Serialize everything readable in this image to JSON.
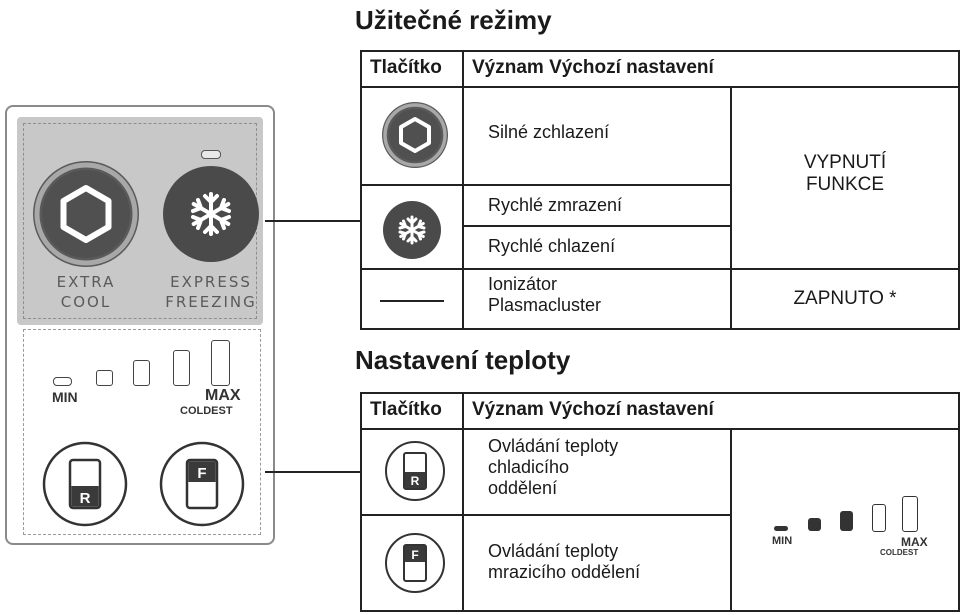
{
  "panel": {
    "extra_cool_label": "EXTRA\nCOOL",
    "express_freezing_label": "EXPRESS\nFREEZING",
    "min_label": "MIN",
    "max_label": "MAX",
    "coldest_label": "COLDEST",
    "r_letter": "R",
    "f_letter": "F"
  },
  "modes": {
    "title": "Užitečné režimy",
    "header_button": "Tlačítko",
    "header_meaning": "Význam Výchozí nastavení",
    "rows": [
      {
        "meaning": "Silné zchlazení",
        "icon": "extra-cool-icon"
      },
      {
        "meaning": "Rychlé zmrazení",
        "icon": "snowflake-icon"
      },
      {
        "meaning": "Rychlé chlazení",
        "icon": "snowflake-icon"
      },
      {
        "meaning": "Ionizátor\nPlasmacluster",
        "icon": "line-icon"
      }
    ],
    "default_off": "VYPNUTÍ\nFUNKCE",
    "default_on": "ZAPNUTO *"
  },
  "temperature": {
    "title": "Nastavení teploty",
    "header_button": "Tlačítko",
    "header_meaning": "Význam Výchozí nastavení",
    "rows": [
      {
        "meaning": "Ovládání teploty\nchladicího\noddělení",
        "icon": "r-button-icon",
        "letter": "R"
      },
      {
        "meaning": "Ovládání teploty\nmrazicího oddělení",
        "icon": "f-button-icon",
        "letter": "F"
      }
    ],
    "default_min_label": "MIN",
    "default_max_label": "MAX",
    "default_coldest_label": "COLDEST",
    "default_level": 3,
    "level_count": 5
  }
}
